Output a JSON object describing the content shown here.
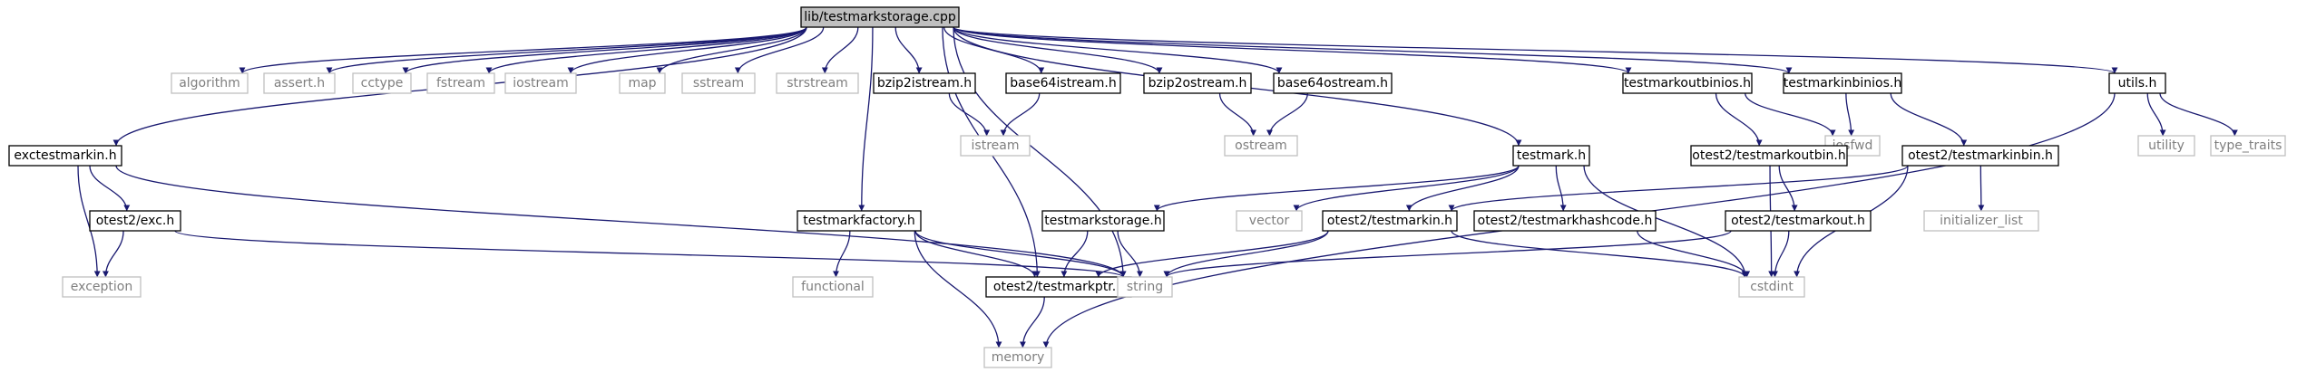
{
  "colors": {
    "edge": "#191970",
    "solid_border": "#000000",
    "external_border": "#bfbfbf",
    "external_text": "#7f7f7f",
    "root_fill": "#bfbfbf"
  },
  "nodes": {
    "root": {
      "label": "lib/testmarkstorage.cpp",
      "kind": "root"
    },
    "exctestmarkin": {
      "label": "exctestmarkin.h",
      "kind": "solid"
    },
    "algorithm": {
      "label": "algorithm",
      "kind": "external"
    },
    "asserth": {
      "label": "assert.h",
      "kind": "external"
    },
    "cctype": {
      "label": "cctype",
      "kind": "external"
    },
    "fstream": {
      "label": "fstream",
      "kind": "external"
    },
    "iostream": {
      "label": "iostream",
      "kind": "external"
    },
    "map": {
      "label": "map",
      "kind": "external"
    },
    "sstream": {
      "label": "sstream",
      "kind": "external"
    },
    "strstream": {
      "label": "strstream",
      "kind": "external"
    },
    "bzip2istream": {
      "label": "bzip2istream.h",
      "kind": "solid"
    },
    "base64istream": {
      "label": "base64istream.h",
      "kind": "solid"
    },
    "bzip2ostream": {
      "label": "bzip2ostream.h",
      "kind": "solid"
    },
    "base64ostream": {
      "label": "base64ostream.h",
      "kind": "solid"
    },
    "testmarkoutbinios": {
      "label": "testmarkoutbinios.h",
      "kind": "solid"
    },
    "testmarkinbinios": {
      "label": "testmarkinbinios.h",
      "kind": "solid"
    },
    "utils": {
      "label": "utils.h",
      "kind": "solid"
    },
    "istream": {
      "label": "istream",
      "kind": "external"
    },
    "ostream": {
      "label": "ostream",
      "kind": "external"
    },
    "testmark": {
      "label": "testmark.h",
      "kind": "solid"
    },
    "iosfwd": {
      "label": "iosfwd",
      "kind": "external"
    },
    "otest2testmarkoutbin": {
      "label": "otest2/testmarkoutbin.h",
      "kind": "solid"
    },
    "otest2testmarkinbin": {
      "label": "otest2/testmarkinbin.h",
      "kind": "solid"
    },
    "utility": {
      "label": "utility",
      "kind": "external"
    },
    "type_traits": {
      "label": "type_traits",
      "kind": "external"
    },
    "otest2exc": {
      "label": "otest2/exc.h",
      "kind": "solid"
    },
    "testmarkfactory": {
      "label": "testmarkfactory.h",
      "kind": "solid"
    },
    "testmarkstorage": {
      "label": "testmarkstorage.h",
      "kind": "solid"
    },
    "vector": {
      "label": "vector",
      "kind": "external"
    },
    "otest2testmarkin": {
      "label": "otest2/testmarkin.h",
      "kind": "solid"
    },
    "otest2testmarkhashcode": {
      "label": "otest2/testmarkhashcode.h",
      "kind": "solid"
    },
    "otest2testmarkout": {
      "label": "otest2/testmarkout.h",
      "kind": "solid"
    },
    "initializer_list": {
      "label": "initializer_list",
      "kind": "external"
    },
    "exception": {
      "label": "exception",
      "kind": "external"
    },
    "functional": {
      "label": "functional",
      "kind": "external"
    },
    "otest2testmarkptr": {
      "label": "otest2/testmarkptr.h",
      "kind": "solid"
    },
    "string": {
      "label": "string",
      "kind": "external"
    },
    "cstdint": {
      "label": "cstdint",
      "kind": "external"
    },
    "memory": {
      "label": "memory",
      "kind": "external"
    }
  },
  "edges": [
    [
      "root",
      "exctestmarkin"
    ],
    [
      "root",
      "algorithm"
    ],
    [
      "root",
      "asserth"
    ],
    [
      "root",
      "cctype"
    ],
    [
      "root",
      "fstream"
    ],
    [
      "root",
      "iostream"
    ],
    [
      "root",
      "map"
    ],
    [
      "root",
      "sstream"
    ],
    [
      "root",
      "strstream"
    ],
    [
      "root",
      "bzip2istream"
    ],
    [
      "root",
      "base64istream"
    ],
    [
      "root",
      "bzip2ostream"
    ],
    [
      "root",
      "base64ostream"
    ],
    [
      "root",
      "testmarkoutbinios"
    ],
    [
      "root",
      "testmarkinbinios"
    ],
    [
      "root",
      "utils"
    ],
    [
      "root",
      "testmark"
    ],
    [
      "root",
      "testmarkfactory"
    ],
    [
      "root",
      "string"
    ],
    [
      "root",
      "otest2testmarkptr"
    ],
    [
      "bzip2istream",
      "istream"
    ],
    [
      "base64istream",
      "istream"
    ],
    [
      "bzip2ostream",
      "ostream"
    ],
    [
      "base64ostream",
      "ostream"
    ],
    [
      "testmarkoutbinios",
      "iosfwd"
    ],
    [
      "testmarkoutbinios",
      "otest2testmarkoutbin"
    ],
    [
      "testmarkinbinios",
      "iosfwd"
    ],
    [
      "testmarkinbinios",
      "otest2testmarkinbin"
    ],
    [
      "utils",
      "utility"
    ],
    [
      "utils",
      "type_traits"
    ],
    [
      "utils",
      "memory"
    ],
    [
      "exctestmarkin",
      "otest2exc"
    ],
    [
      "exctestmarkin",
      "exception"
    ],
    [
      "exctestmarkin",
      "string"
    ],
    [
      "otest2exc",
      "exception"
    ],
    [
      "otest2exc",
      "string"
    ],
    [
      "testmarkfactory",
      "functional"
    ],
    [
      "testmarkfactory",
      "otest2testmarkptr"
    ],
    [
      "testmarkfactory",
      "string"
    ],
    [
      "testmarkfactory",
      "memory"
    ],
    [
      "testmark",
      "testmarkstorage"
    ],
    [
      "testmark",
      "vector"
    ],
    [
      "testmark",
      "otest2testmarkin"
    ],
    [
      "testmark",
      "otest2testmarkhashcode"
    ],
    [
      "testmark",
      "cstdint"
    ],
    [
      "testmarkstorage",
      "otest2testmarkptr"
    ],
    [
      "testmarkstorage",
      "string"
    ],
    [
      "otest2testmarkin",
      "otest2testmarkptr"
    ],
    [
      "otest2testmarkin",
      "string"
    ],
    [
      "otest2testmarkin",
      "cstdint"
    ],
    [
      "otest2testmarkhashcode",
      "cstdint"
    ],
    [
      "otest2testmarkoutbin",
      "otest2testmarkout"
    ],
    [
      "otest2testmarkoutbin",
      "cstdint"
    ],
    [
      "otest2testmarkout",
      "string"
    ],
    [
      "otest2testmarkout",
      "cstdint"
    ],
    [
      "otest2testmarkinbin",
      "otest2testmarkin"
    ],
    [
      "otest2testmarkinbin",
      "initializer_list"
    ],
    [
      "otest2testmarkinbin",
      "cstdint"
    ],
    [
      "otest2testmarkptr",
      "memory"
    ]
  ]
}
